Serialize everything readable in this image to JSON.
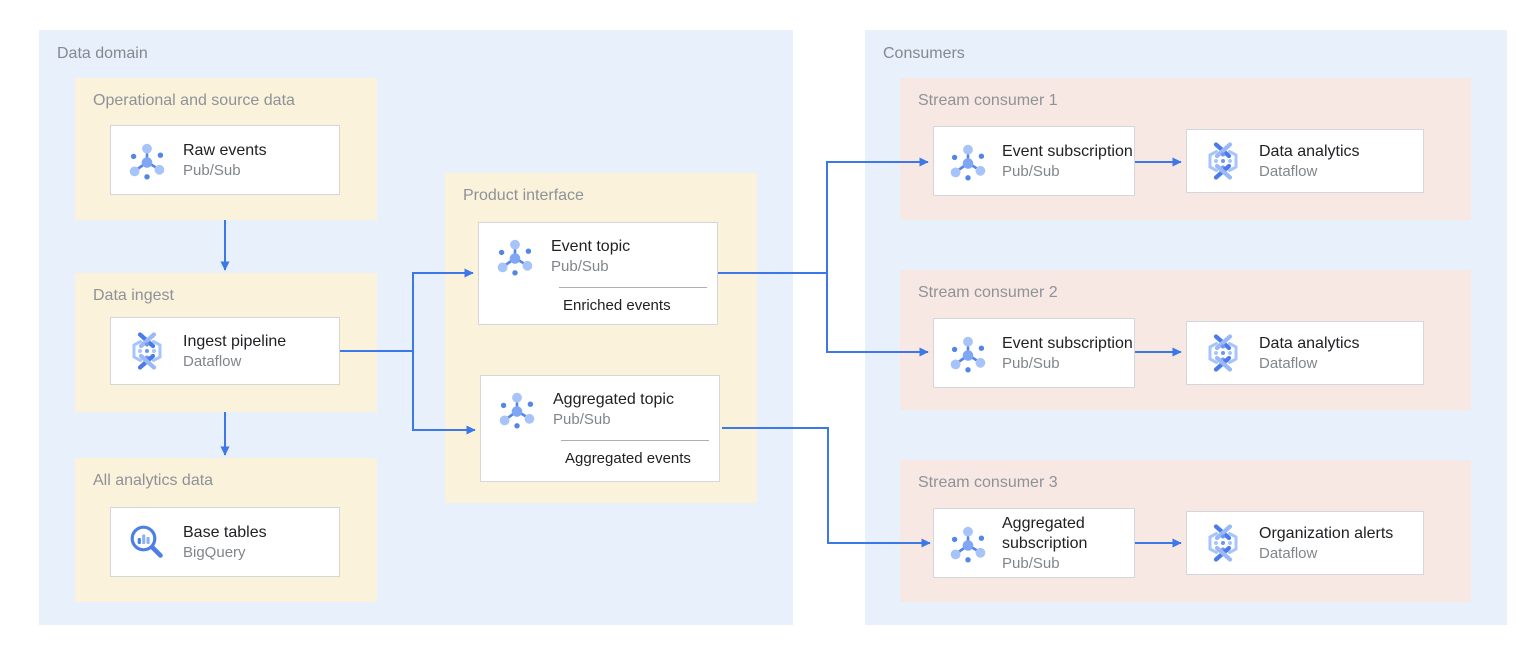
{
  "diagram": {
    "colors": {
      "region_background": "#E7F0FB",
      "group_background": "#FBF2DC",
      "consumer_row_background": "#F8E8E3",
      "card_border": "#D4D6D9",
      "title_text": "#202124",
      "secondary_text": "#80868B",
      "label_text": "#8E9297",
      "arrow": "#3C78E8"
    },
    "data_domain": {
      "label": "Data domain",
      "groups": {
        "operational": {
          "label": "Operational and source data",
          "card": {
            "title": "Raw events",
            "product": "Pub/Sub",
            "icon": "pubsub-icon"
          }
        },
        "ingest": {
          "label": "Data ingest",
          "card": {
            "title": "Ingest pipeline",
            "product": "Dataflow",
            "icon": "dataflow-icon"
          }
        },
        "analytics": {
          "label": "All analytics data",
          "card": {
            "title": "Base tables",
            "product": "BigQuery",
            "icon": "bigquery-icon"
          }
        },
        "product_interface": {
          "label": "Product interface",
          "cards": [
            {
              "title": "Event topic",
              "product": "Pub/Sub",
              "note": "Enriched events",
              "icon": "pubsub-icon"
            },
            {
              "title": "Aggregated topic",
              "product": "Pub/Sub",
              "note": "Aggregated events",
              "icon": "pubsub-icon"
            }
          ]
        }
      }
    },
    "consumers": {
      "label": "Consumers",
      "rows": [
        {
          "label": "Stream consumer 1",
          "source": {
            "title": "Event subscription",
            "product": "Pub/Sub",
            "icon": "pubsub-icon"
          },
          "target": {
            "title": "Data analytics",
            "product": "Dataflow",
            "icon": "dataflow-icon"
          }
        },
        {
          "label": "Stream consumer 2",
          "source": {
            "title": "Event subscription",
            "product": "Pub/Sub",
            "icon": "pubsub-icon"
          },
          "target": {
            "title": "Data analytics",
            "product": "Dataflow",
            "icon": "dataflow-icon"
          }
        },
        {
          "label": "Stream consumer 3",
          "source": {
            "title": "Aggregated subscription",
            "product": "Pub/Sub",
            "icon": "pubsub-icon"
          },
          "target": {
            "title": "Organization alerts",
            "product": "Dataflow",
            "icon": "dataflow-icon"
          }
        }
      ]
    }
  }
}
